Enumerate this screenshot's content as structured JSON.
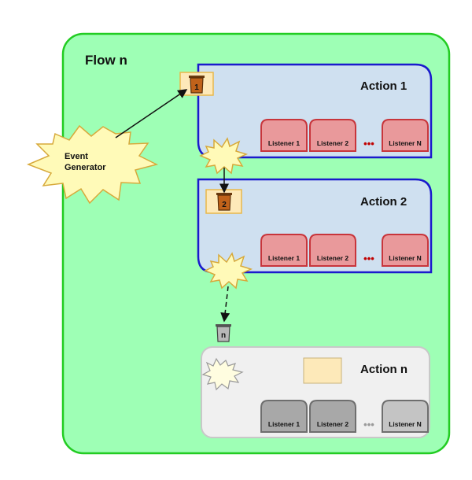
{
  "flow": {
    "title": "Flow n"
  },
  "event_generator": {
    "label_line1": "Event",
    "label_line2": "Generator"
  },
  "actions": [
    {
      "title": "Action 1",
      "badge": "1",
      "listeners": [
        "Listener 1",
        "Listener 2",
        "Listener N"
      ],
      "ellipsis": "•••"
    },
    {
      "title": "Action 2",
      "badge": "2",
      "listeners": [
        "Listener 1",
        "Listener 2",
        "Listener N"
      ],
      "ellipsis": "•••"
    },
    {
      "title": "Action n",
      "badge": "n",
      "listeners": [
        "Listener 1",
        "Listener 2",
        "Listener N"
      ],
      "ellipsis": "•••"
    }
  ],
  "colors": {
    "flow_fill": "#9effb5",
    "flow_border": "#22cc22",
    "action_fill": "#cfe0f0",
    "action_border": "#1a1acc",
    "inactive_fill": "#f0f0f0",
    "inactive_border": "#c8c8c8",
    "listener_fill": "#e9999b",
    "listener_border": "#c8353b",
    "listener_inactive_fill": "#a8a8a8",
    "listener_inactive_border": "#6e6e6e",
    "badge_fill": "#fde9b9",
    "badge_border": "#e8b84a",
    "burst_fill": "#fffab8",
    "burst_border": "#d7a93b",
    "ellipsis_active": "#c00000",
    "ellipsis_inactive": "#9a9a9a"
  }
}
